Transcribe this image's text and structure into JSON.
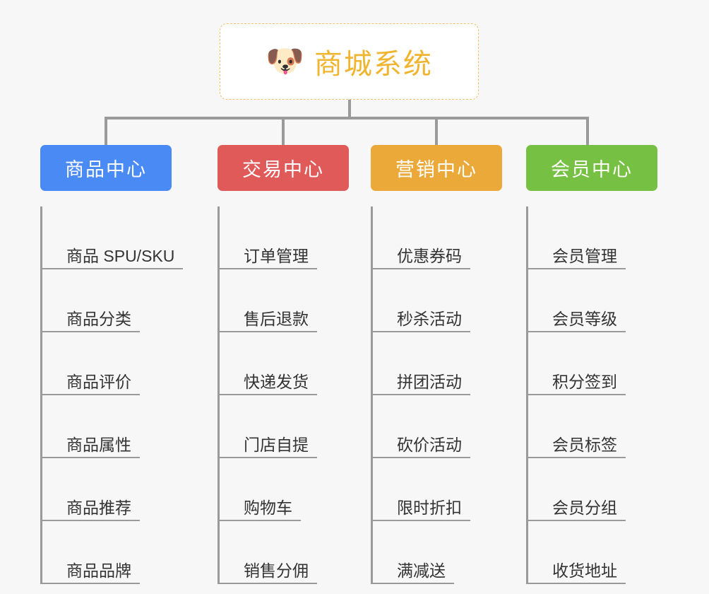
{
  "background_color": "#f7f7f7",
  "root": {
    "icon": "shiba-dog-face-emoji",
    "icon_glyph": "🐶",
    "title": "商城系统",
    "title_color": "#f0b42f",
    "border_color": "#f0c06a",
    "background_color": "#ffffff"
  },
  "connector": {
    "color": "#9a9a9a"
  },
  "columns": [
    {
      "id": "product-center",
      "label": "商品中心",
      "color": "#4a8af4",
      "items": [
        "商品 SPU/SKU",
        "商品分类",
        "商品评价",
        "商品属性",
        "商品推荐",
        "商品品牌"
      ]
    },
    {
      "id": "trade-center",
      "label": "交易中心",
      "color": "#e15a5a",
      "items": [
        "订单管理",
        "售后退款",
        "快递发货",
        "门店自提",
        "购物车",
        "销售分佣"
      ]
    },
    {
      "id": "marketing-center",
      "label": "营销中心",
      "color": "#eba93a",
      "items": [
        "优惠券码",
        "秒杀活动",
        "拼团活动",
        "砍价活动",
        "限时折扣",
        "满减送"
      ]
    },
    {
      "id": "member-center",
      "label": "会员中心",
      "color": "#76c043",
      "items": [
        "会员管理",
        "会员等级",
        "积分签到",
        "会员标签",
        "会员分组",
        "收货地址"
      ]
    }
  ]
}
